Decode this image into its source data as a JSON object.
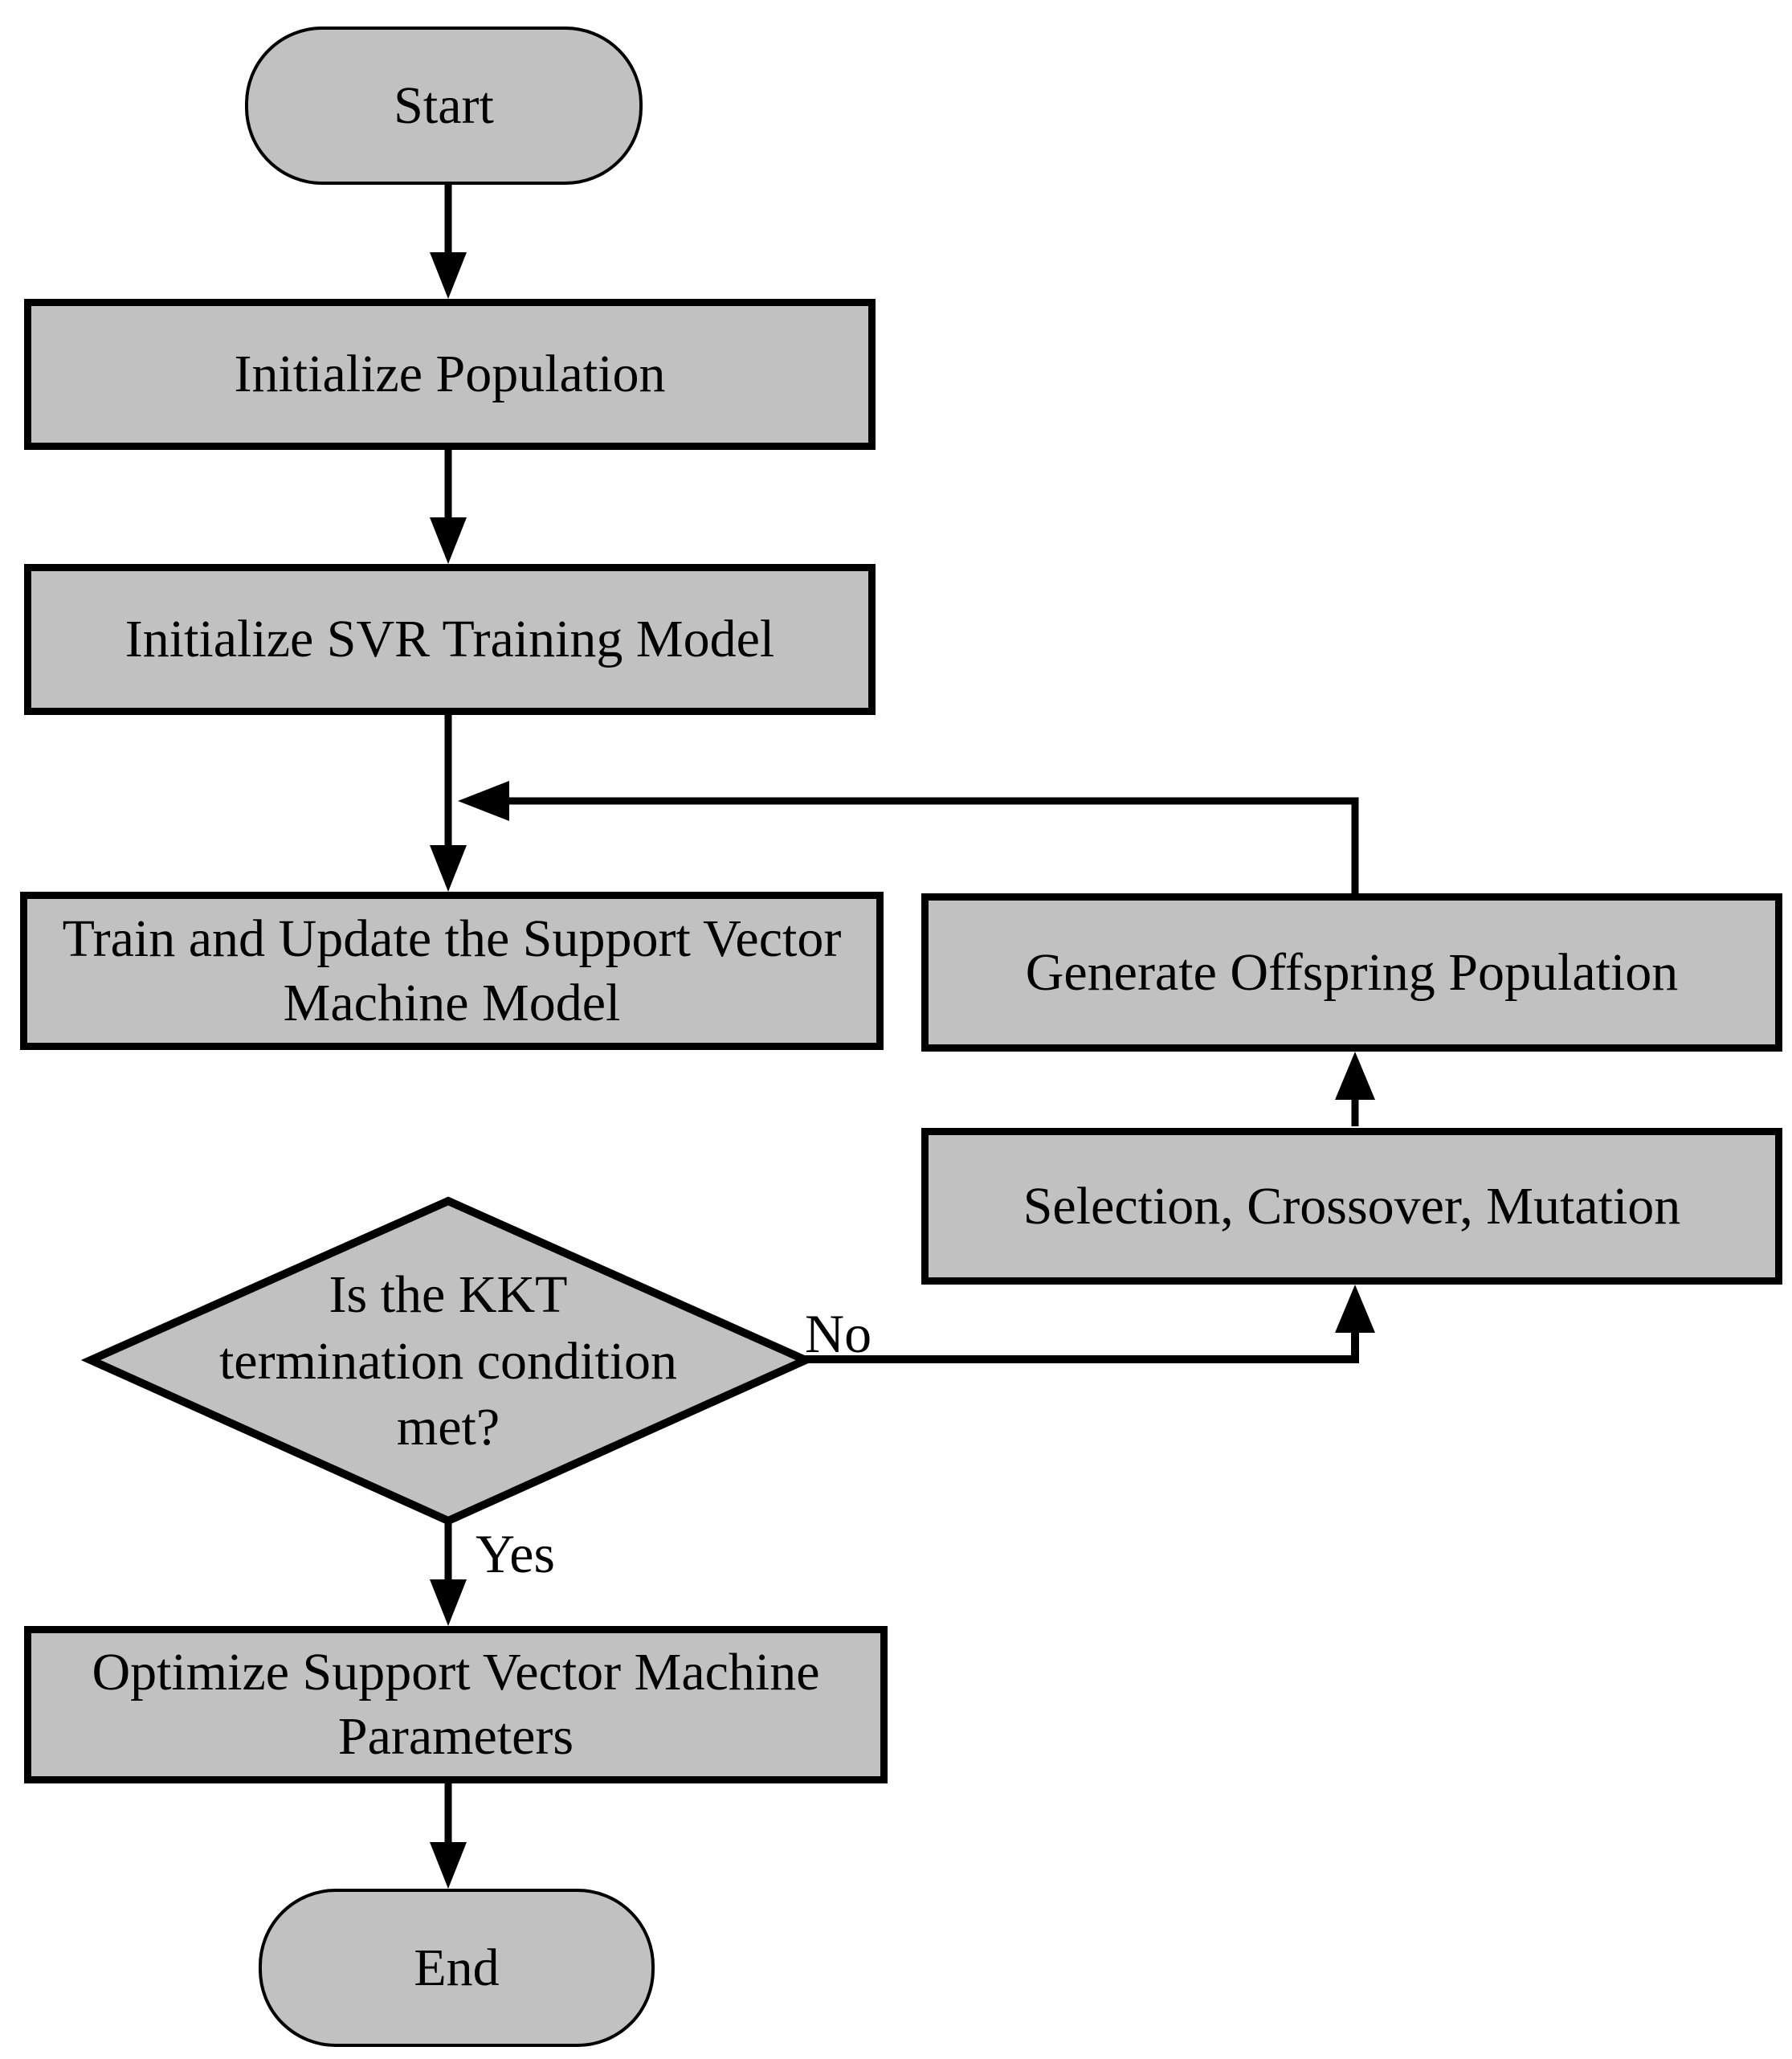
{
  "diagram": {
    "background": "#ffffff",
    "node_fill": "#c1c1c1",
    "stroke_color": "#000000",
    "nodes": {
      "start": {
        "type": "terminator",
        "label": "Start"
      },
      "initialize_population": {
        "type": "process",
        "label": "Initialize Population"
      },
      "initialize_svr_training_model": {
        "type": "process",
        "label": "Initialize SVR Training Model"
      },
      "train_update_svm": {
        "type": "process",
        "label": "Train and Update the Support Vector Machine Model",
        "lines": [
          "Train and Update the Support Vector",
          "Machine Model"
        ]
      },
      "kkt_decision": {
        "type": "decision",
        "label": "Is the KKT termination condition met?",
        "lines": [
          "Is the KKT",
          "termination condition",
          "met?"
        ]
      },
      "generate_offspring": {
        "type": "process",
        "label": "Generate Offspring Population"
      },
      "selection_crossover_mutation": {
        "type": "process",
        "label": "Selection, Crossover, Mutation"
      },
      "optimize_svm_parameters": {
        "type": "process",
        "label": "Optimize Support Vector Machine Parameters",
        "lines": [
          "Optimize Support Vector Machine",
          "Parameters"
        ]
      },
      "end": {
        "type": "terminator",
        "label": "End"
      }
    },
    "edge_labels": {
      "yes": "Yes",
      "no": "No"
    }
  }
}
